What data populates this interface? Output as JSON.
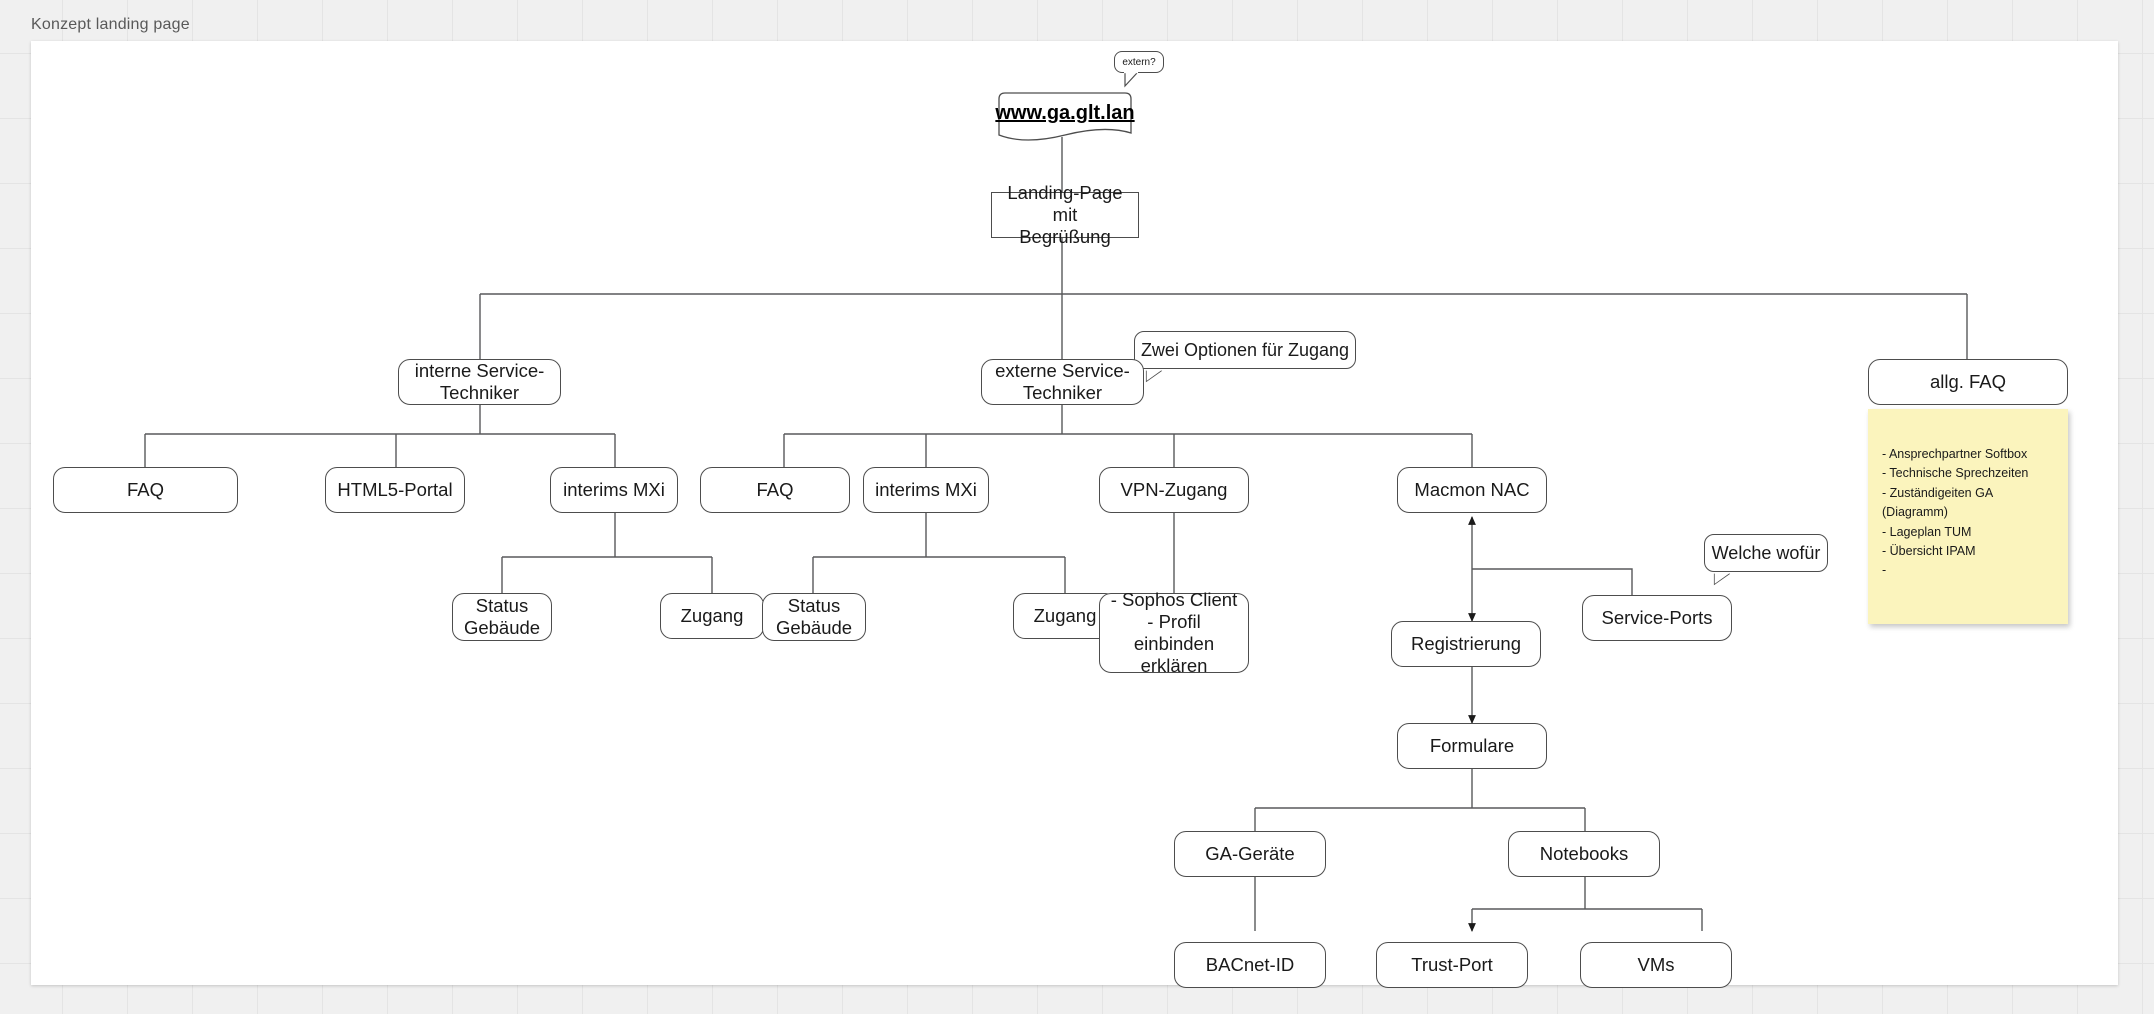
{
  "page": {
    "label": "Konzept landing page",
    "canvas_bg": "#f0f0f0",
    "page_bg": "#ffffff",
    "stroke": "#4d4d4d"
  },
  "document_node": {
    "name": "www.ga.glt.lan",
    "text": "www.ga.glt.lan"
  },
  "callouts": [
    {
      "id": "extern",
      "text": "extern?"
    },
    {
      "id": "zwei-optionen",
      "text": "Zwei Optionen für Zugang"
    },
    {
      "id": "welche-wofuer",
      "text": "Welche wofür"
    }
  ],
  "nodes": {
    "landing_page": "Landing-Page mit\nBegrüßung",
    "interne_techniker": "interne Service-\nTechniker",
    "externe_techniker": "externe Service-\nTechniker",
    "allg_faq": "allg. FAQ",
    "faq_intern": "FAQ",
    "html5_portal": "HTML5-Portal",
    "interims_mxi_intern": "interims MXi",
    "status_gebaeude_intern": "Status\nGebäude",
    "zugang_intern": "Zugang",
    "faq_extern": "FAQ",
    "interims_mxi_extern": "interims MXi",
    "status_gebaeude_extern": "Status\nGebäude",
    "zugang_extern": "Zugang",
    "vpn_zugang": "VPN-Zugang",
    "vpn_details": "- Sophos Client\n- Profil einbinden\nerklären",
    "macmon_nac": "Macmon NAC",
    "registrierung": "Registrierung",
    "service_ports": "Service-Ports",
    "formulare": "Formulare",
    "ga_geraete": "GA-Geräte",
    "notebooks": "Notebooks",
    "bacnet_id": "BACnet-ID",
    "trust_port": "Trust-Port",
    "vms": "VMs"
  },
  "sticky_note": {
    "color": "#fbf4bd",
    "lines": [
      "- Ansprechpartner Softbox",
      "- Technische Sprechzeiten",
      "- Zuständigeiten GA",
      "(Diagramm)",
      "- Lageplan TUM",
      "- Übersicht IPAM",
      "-"
    ]
  }
}
